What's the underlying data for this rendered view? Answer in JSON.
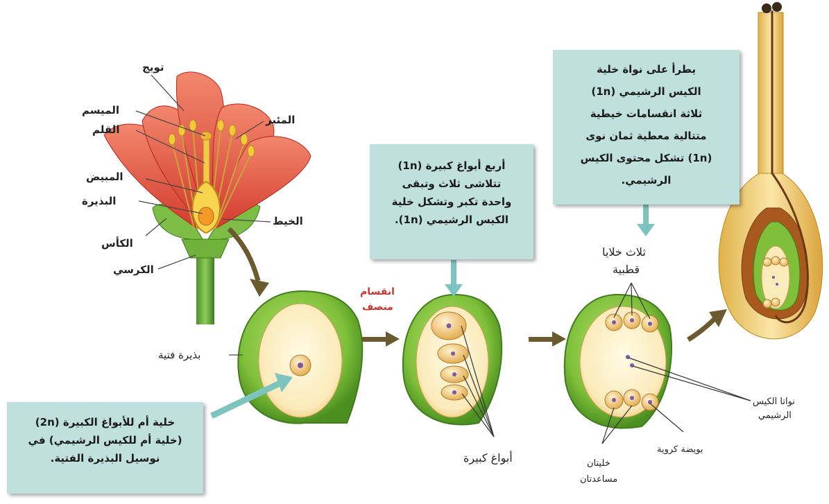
{
  "flower_labels": {
    "corolla": "تويج",
    "stigma": "الميسم",
    "anther": "المئبر",
    "style": "القلم",
    "ovary": "المبيض",
    "ovule": "البذيرة",
    "filament": "الخيط",
    "calyx": "الكأس",
    "receptacle": "الكرسي"
  },
  "stage_labels": {
    "young_ovule": "بذيرة فتية",
    "meiosis_line1": "انقسام",
    "meiosis_line2": "منصف",
    "megaspores": "أبواغ كبيرة",
    "polar_cells_line1": "ثلاث خلايا",
    "polar_cells_line2": "قطبية",
    "sac_nuclei_line1": "نواتا الكيس",
    "sac_nuclei_line2": "الرشيمي",
    "egg_cell": "بويضة كروية",
    "synergids_line1": "خليتان",
    "synergids_line2": "مساعدتان"
  },
  "boxes": {
    "mother_cell": [
      "خلية أم للأبواغ الكبيرة (2n)",
      "(خلية أم للكيس الرشيمي) في",
      "نوسيل البذيرة الفتية."
    ],
    "four_megaspores": [
      "أربع أبواغ كبيرة (1n)",
      "تتلاشى ثلاث وتبقى",
      "واحدة تكبر وتشكل خلية",
      "الكيس الرشيمي (1n)."
    ],
    "three_mitoses": [
      "يطرأ على نواة خلية",
      "الكيس الرشيمي (1n)",
      "ثلاثة انقسامات خيطية",
      "متتالية معطية ثمان نوى",
      "(1n) تشكل محتوى الكيس",
      "الرشيمي."
    ]
  },
  "colors": {
    "box_fill": "#bfe0dd",
    "arrow_brown": "#6b5a2e",
    "arrow_teal": "#7dc4bf",
    "ovule_green": "#7fbf3a",
    "petal_red": "#e0483b",
    "meiosis_red": "#d0312d"
  }
}
